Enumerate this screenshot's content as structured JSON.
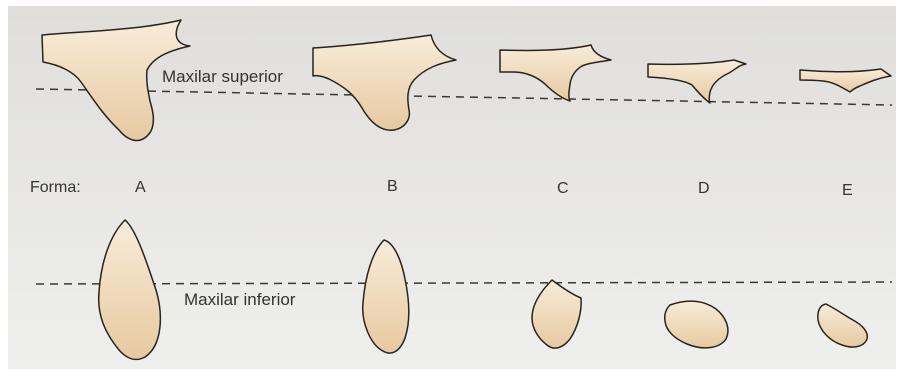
{
  "labels": {
    "upper_jaw": "Maxilar superior",
    "lower_jaw": "Maxilar inferior",
    "forma": "Forma:",
    "forms": [
      "A",
      "B",
      "C",
      "D",
      "E"
    ]
  },
  "colors": {
    "paper_top": "#dfdedb",
    "paper_bottom": "#efefed",
    "bone_fill_light": "#f8ecd9",
    "bone_fill_dark": "#e7c9a0",
    "outline": "#272420",
    "text": "#343333"
  }
}
